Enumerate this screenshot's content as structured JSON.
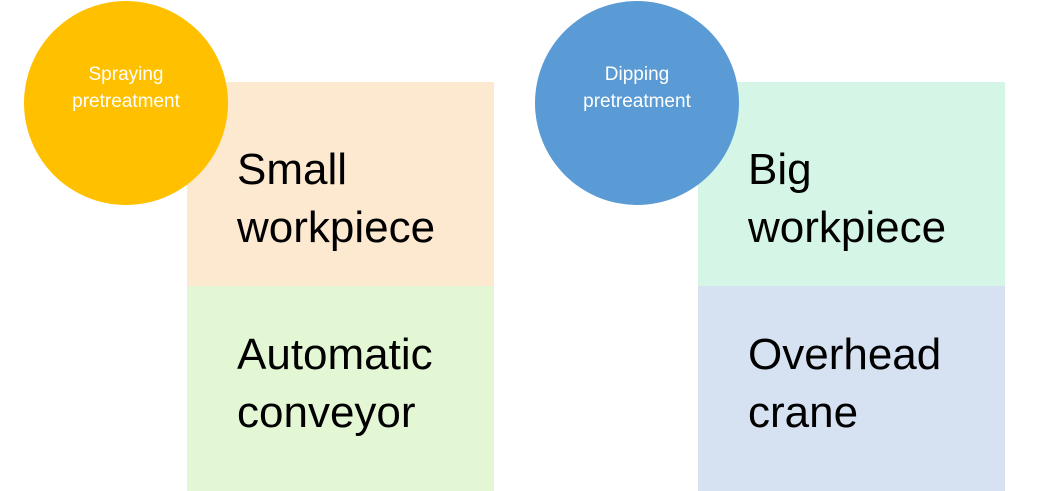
{
  "groups": [
    {
      "circle": {
        "line1": "Spraying",
        "line2": "pretreatment",
        "color": "#FFC000"
      },
      "top": {
        "line1": "Small",
        "line2": "workpiece",
        "color": "#FDE8D0"
      },
      "bottom": {
        "line1": "Automatic",
        "line2": "conveyor",
        "color": "#E3F7D5"
      }
    },
    {
      "circle": {
        "line1": "Dipping",
        "line2": "pretreatment",
        "color": "#5B9BD5"
      },
      "top": {
        "line1": "Big",
        "line2": "workpiece",
        "color": "#D5F5E7"
      },
      "bottom": {
        "line1": "Overhead",
        "line2": "crane",
        "color": "#D6E2F1"
      }
    }
  ]
}
